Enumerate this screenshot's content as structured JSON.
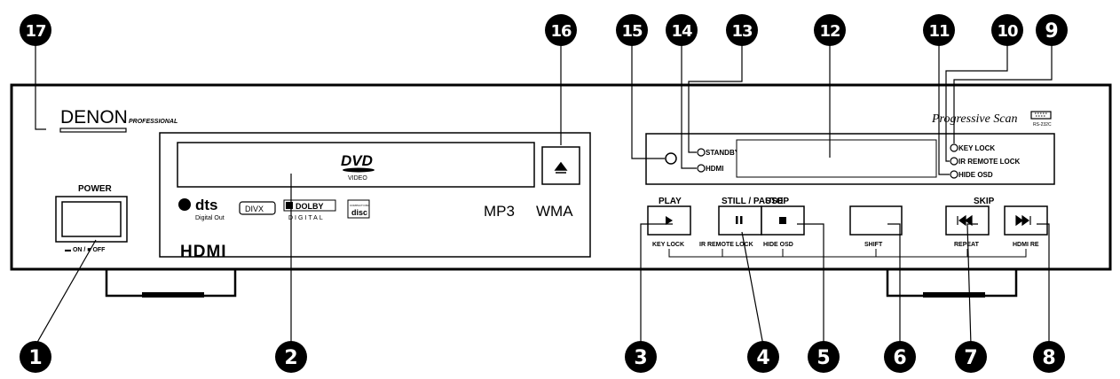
{
  "brand": {
    "name": "DENON",
    "sub": "PROFESSIONAL",
    "tagline": "Progressive Scan",
    "rs_label": "RS-232C"
  },
  "logos": {
    "dvd": "DVD",
    "video": "VIDEO",
    "dts": "dts",
    "dts_sub": "Digital Out",
    "divx": "DIVX",
    "dolby": "DOLBY",
    "digital": "DIGITAL",
    "cd": "COMPACT DISC",
    "mp3": "MP3",
    "wma": "WMA",
    "hdmi": "HDMI"
  },
  "power": {
    "label": "POWER",
    "sub": "▬ ON / ■ OFF"
  },
  "indicators": {
    "standby": "STANDBY",
    "hdmi": "HDMI",
    "key_lock": "KEY LOCK",
    "ir_remote_lock": "IR REMOTE LOCK",
    "hide_osd": "HIDE OSD"
  },
  "buttons": {
    "play": "PLAY",
    "still_pause": "STILL / PAUSE",
    "stop": "STOP",
    "skip": "SKIP",
    "key_lock": "KEY LOCK",
    "ir_remote_lock": "IR REMOTE LOCK",
    "hide_osd": "HIDE OSD",
    "shift": "SHIFT",
    "repeat": "REPEAT",
    "hdmi_re": "HDMI RE"
  },
  "callouts": [
    "1",
    "2",
    "3",
    "4",
    "5",
    "6",
    "7",
    "8",
    "9",
    "10",
    "11",
    "12",
    "13",
    "14",
    "15",
    "16",
    "17"
  ]
}
